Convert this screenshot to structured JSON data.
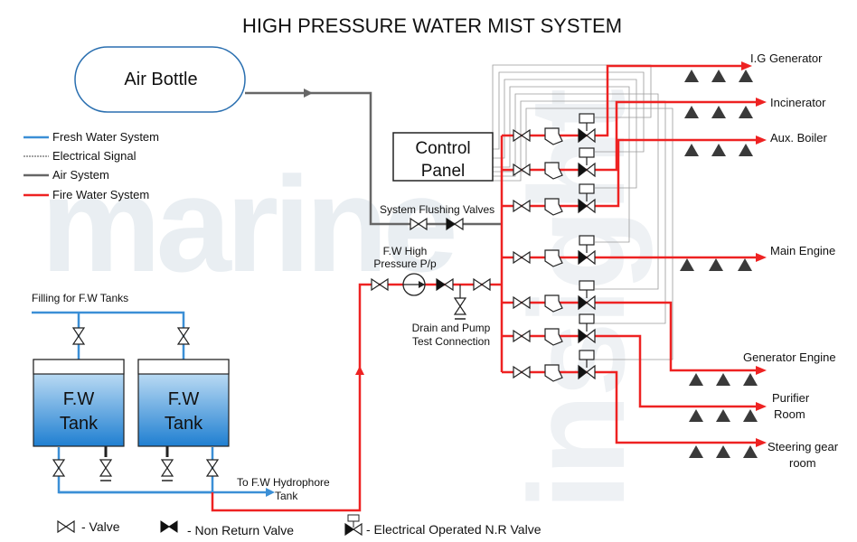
{
  "title": "HIGH PRESSURE WATER MIST SYSTEM",
  "watermark": [
    "marine",
    "insight"
  ],
  "air_bottle": "Air Bottle",
  "control_panel": [
    "Control",
    "Panel"
  ],
  "legend": {
    "fresh_water": "Fresh Water System",
    "electrical": "Electrical Signal",
    "air": "Air System",
    "fire_water": "Fire Water System"
  },
  "filling_label": "Filling for F.W Tanks",
  "tanks": [
    {
      "line1": "F.W",
      "line2": "Tank"
    },
    {
      "line1": "F.W",
      "line2": "Tank"
    }
  ],
  "hydrophore_label": [
    "To F.W Hydrophore",
    "Tank"
  ],
  "pump_label": [
    "F.W High",
    "Pressure P/p"
  ],
  "drain_label": [
    "Drain and Pump",
    "Test Connection"
  ],
  "flushing_label": "System Flushing Valves",
  "consumers": [
    [
      "I.G Generator"
    ],
    [
      "Incinerator"
    ],
    [
      "Aux. Boiler"
    ],
    [
      "Main Engine"
    ],
    [
      "Generator Engine"
    ],
    [
      "Purifier",
      "Room"
    ],
    [
      "Steering gear",
      "room"
    ]
  ],
  "key": {
    "valve": "- Valve",
    "nrv": "- Non Return Valve",
    "eonrv": "- Electrical Operated N.R Valve"
  },
  "colors": {
    "fresh_water": "#3b8fd6",
    "fire_water": "#ee2222",
    "air": "#666666",
    "tank_top": "#d8ecfa",
    "tank_bottom": "#1f7fd1",
    "watermark": "#e9eef2"
  }
}
